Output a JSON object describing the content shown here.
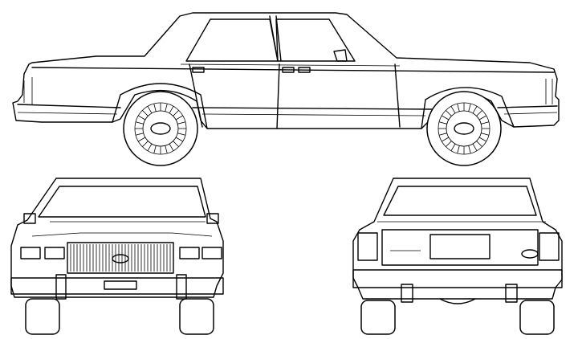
{
  "image": {
    "subject": "sedan blueprint",
    "views": [
      "side",
      "front",
      "rear"
    ],
    "line_color": "#000000",
    "background_color": "#ffffff"
  }
}
